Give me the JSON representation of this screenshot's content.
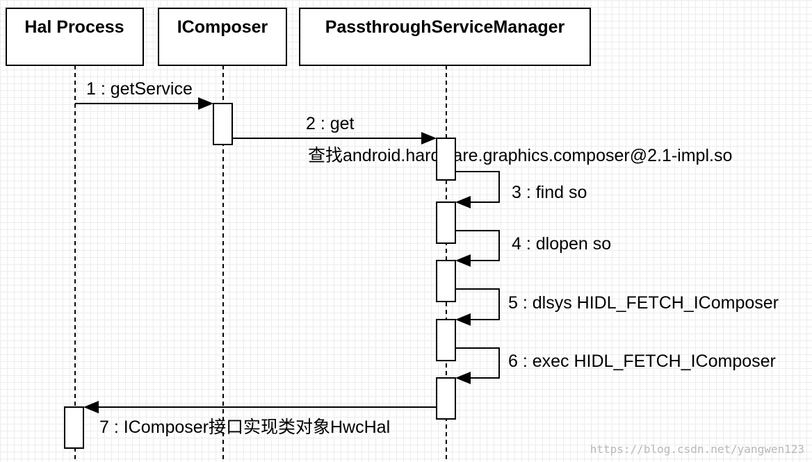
{
  "actors": [
    {
      "id": "hal",
      "label": "Hal Process"
    },
    {
      "id": "icomposer",
      "label": "IComposer"
    },
    {
      "id": "psm",
      "label": "PassthroughServiceManager"
    }
  ],
  "messages": [
    {
      "label": "1 : getService"
    },
    {
      "label": "2 : get"
    },
    {
      "label": "查找android.hardware.graphics.composer@2.1-impl.so"
    },
    {
      "label": "3 : find so"
    },
    {
      "label": "4 : dlopen so"
    },
    {
      "label": "5 : dlsys HIDL_FETCH_IComposer"
    },
    {
      "label": "6 : exec HIDL_FETCH_IComposer"
    },
    {
      "label": "7 : IComposer接口实现类对象HwcHal"
    }
  ],
  "watermark": "https://blog.csdn.net/yangwen123"
}
